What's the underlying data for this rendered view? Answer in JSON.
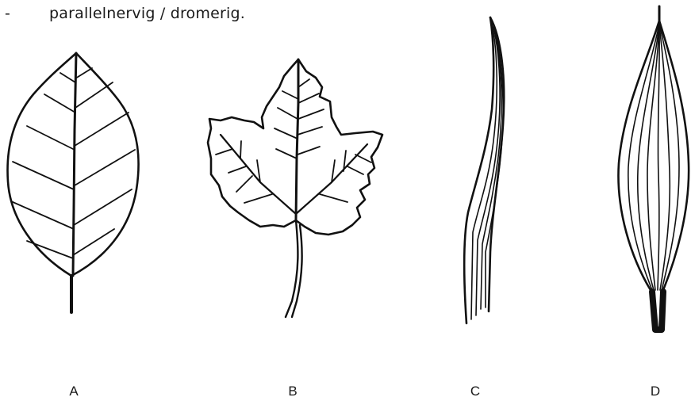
{
  "bullet": {
    "marker": "-",
    "text": "parallelnervig / dromerig."
  },
  "leaves": [
    {
      "label": "A",
      "icon": "pinnate-leaf-icon"
    },
    {
      "label": "B",
      "icon": "palmate-leaf-icon"
    },
    {
      "label": "C",
      "icon": "grass-blade-leaf-icon"
    },
    {
      "label": "D",
      "icon": "parallel-veined-leaf-icon"
    }
  ]
}
